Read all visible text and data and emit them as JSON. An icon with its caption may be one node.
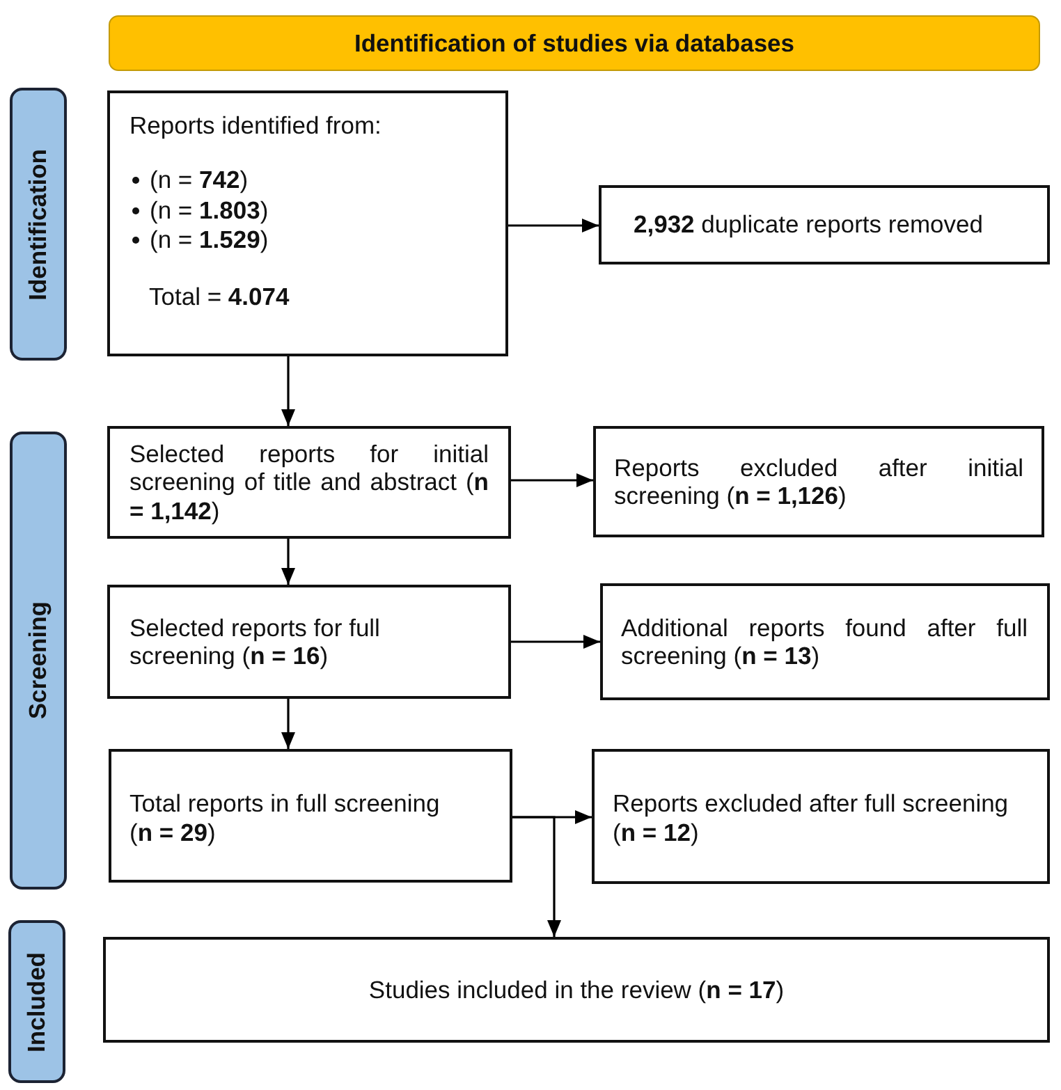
{
  "diagram": {
    "nodes": [
      {
        "text": [
          "Identification of studies via databases"
        ]
      },
      {
        "text": [
          "Identification"
        ]
      },
      {
        "text": [
          "Screening"
        ]
      },
      {
        "text": [
          "Included"
        ]
      },
      {
        "text": [
          "Reports identified from:",
          "(n = **742**)",
          "(n = **1.803**)",
          "(n = **1.529**)",
          "Total = **4.074**"
        ]
      },
      {
        "text": [
          "**2,932** duplicate reports removed"
        ]
      },
      {
        "text": [
          "Selected reports for initial screening of title and abstract (**n = 1,142**)"
        ]
      },
      {
        "text": [
          "Reports excluded after initial screening (**n = 1,126**)"
        ]
      },
      {
        "text": [
          "Selected reports for full screening (**n = 16**)"
        ]
      },
      {
        "text": [
          "Additional reports found after full screening (**n = 13**)"
        ]
      },
      {
        "text": [
          "Total reports in full screening (**n = 29**)"
        ]
      },
      {
        "text": [
          "Reports excluded after full screening (**n = 12**)"
        ]
      },
      {
        "text": [
          "Studies included in the review (**n = 17**)"
        ]
      }
    ],
    "edges": [
      {
        "from": 4,
        "to": 5,
        "arrow": "to"
      },
      {
        "from": 4,
        "to": 6,
        "arrow": "to"
      },
      {
        "from": 6,
        "to": 7,
        "arrow": "to"
      },
      {
        "from": 6,
        "to": 8,
        "arrow": "to"
      },
      {
        "from": 8,
        "to": 9,
        "arrow": "to"
      },
      {
        "from": 8,
        "to": 10,
        "arrow": "to"
      },
      {
        "from": 10,
        "to": 11,
        "arrow": "to"
      },
      {
        "from": 10,
        "to": 12,
        "arrow": "to"
      }
    ]
  }
}
